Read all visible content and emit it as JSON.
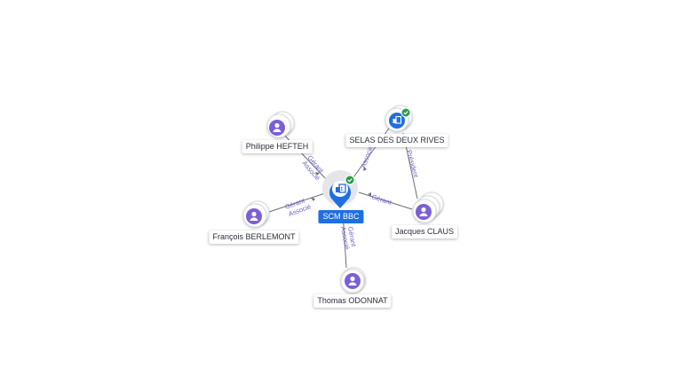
{
  "colors": {
    "person": "#7b5fd6",
    "company": "#1f6fe0",
    "edge": "#6a6f7a",
    "edge_label": "#6d63c9",
    "verified": "#2e9a4c"
  },
  "center": {
    "label": "SCM BBC",
    "icon": "building-icon",
    "verified": true
  },
  "nodes": {
    "philippe": {
      "label": "Philippe HEFTEH",
      "icon": "person-icon"
    },
    "selas": {
      "label": "SELAS DES DEUX RIVES",
      "icon": "building-icon",
      "verified": true
    },
    "francois": {
      "label": "François BERLEMONT",
      "icon": "person-icon"
    },
    "jacques": {
      "label": "Jacques CLAUS",
      "icon": "person-icon"
    },
    "thomas": {
      "label": "Thomas ODONNAT",
      "icon": "person-icon"
    }
  },
  "edges": {
    "philippe": [
      "Gérant",
      "Associé"
    ],
    "selas": [
      "Associé"
    ],
    "francois": [
      "Gérant",
      "Associé"
    ],
    "jacques": [
      "Gérant"
    ],
    "thomas": [
      "Gérant",
      "Associé"
    ],
    "jacques_selas": [
      "Président"
    ]
  }
}
